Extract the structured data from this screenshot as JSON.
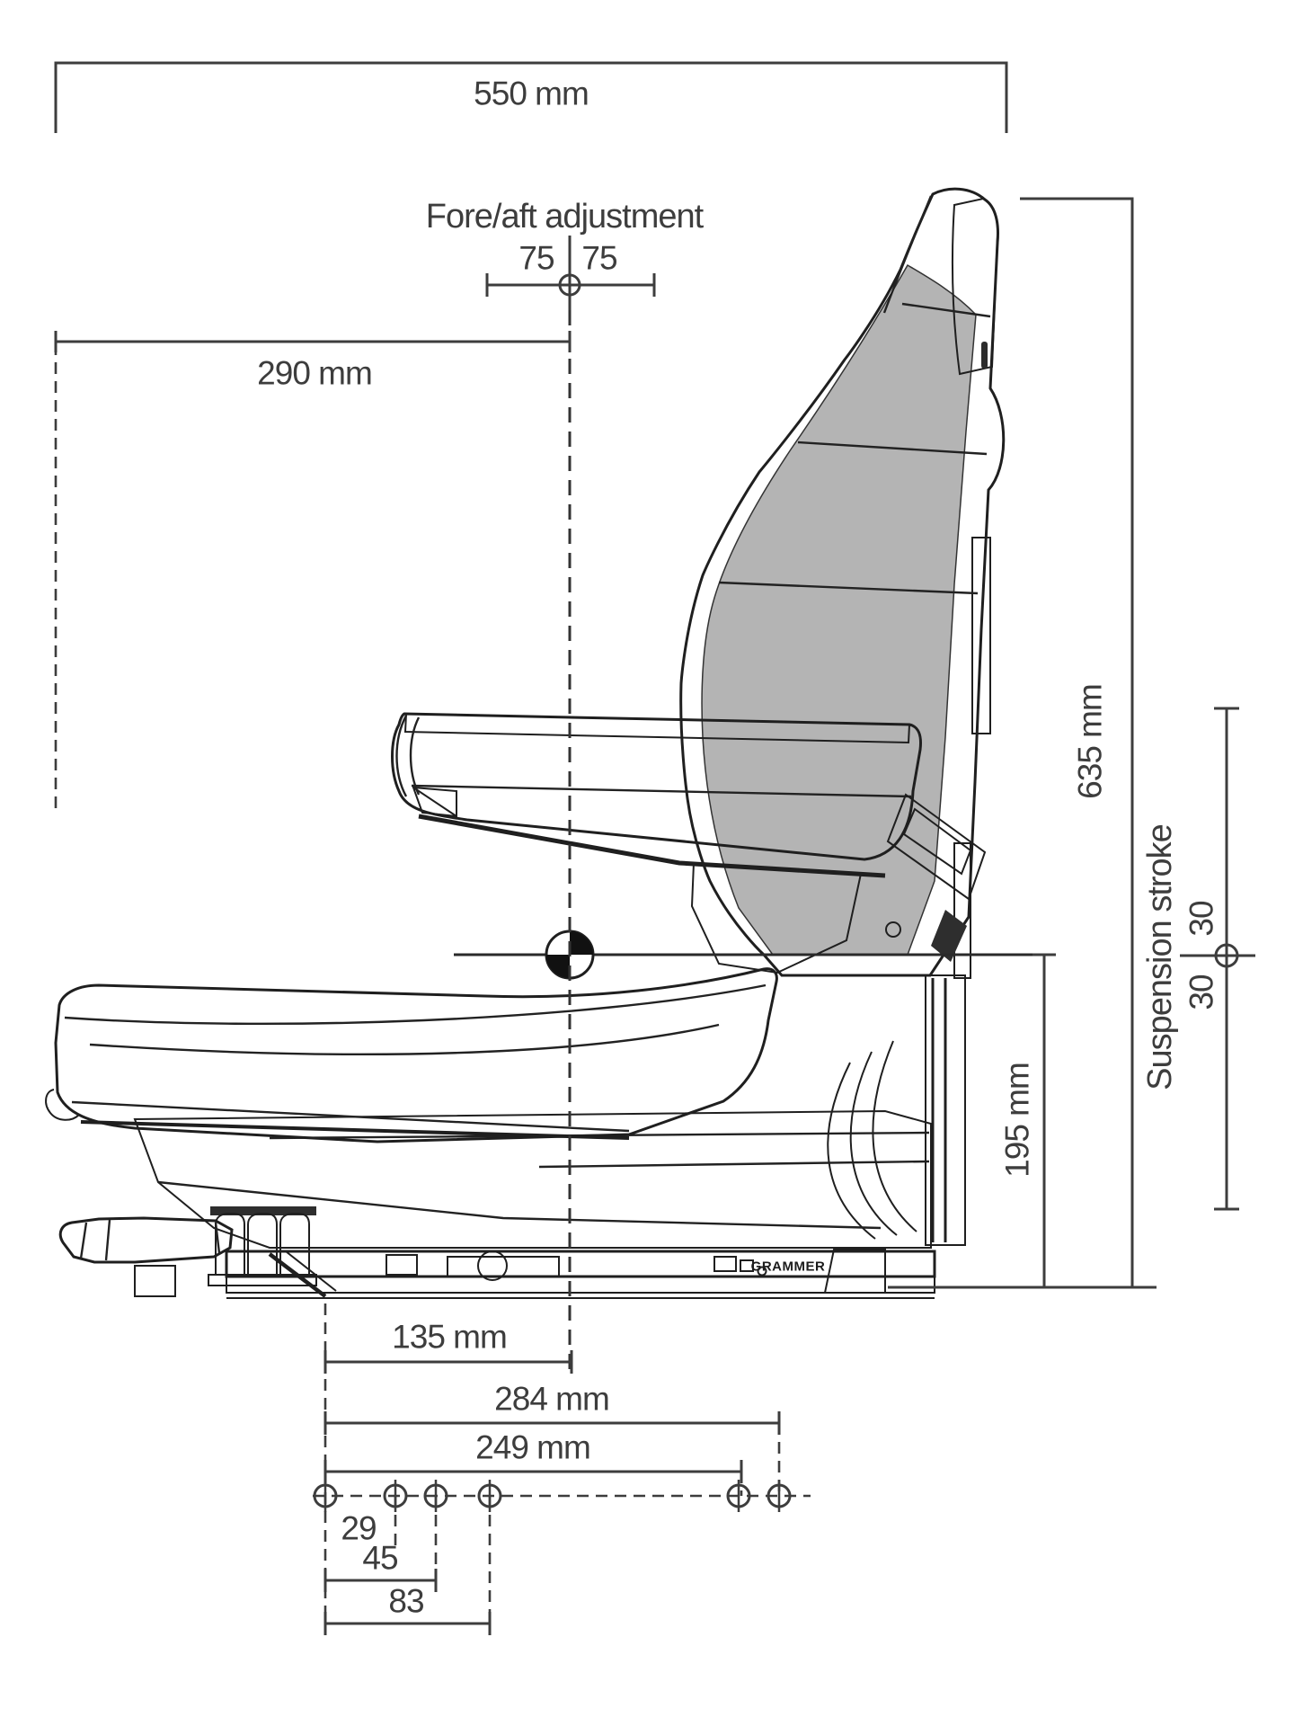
{
  "figure": {
    "kind": "seat-dimension-diagram-side-view",
    "brand_label": "GRAMMER",
    "labels": {
      "overall_width": "550 mm",
      "fore_aft_title": "Fore/aft adjustment",
      "fore_aft_left": "75",
      "fore_aft_right": "75",
      "front_to_center": "290 mm",
      "overall_height": "635 mm",
      "suspension_title": "Suspension stroke",
      "suspension_up": "30",
      "suspension_down": "30",
      "base_height": "195 mm",
      "center_to_front_mount": "135 mm",
      "mount_span_overall": "284 mm",
      "mount_span_inner": "249 mm",
      "hole_offset_1": "29",
      "hole_offset_2": "45",
      "hole_offset_3": "83"
    },
    "colors": {
      "background": "#ffffff",
      "outline": "#1f1f1f",
      "dimension_lines": "#3d3d3d",
      "panel_light": "#d7d7d7",
      "panel_mid": "#b4b4b4",
      "panel_shaded": "#c9c9c9",
      "panel_dark": "#2c2c2c"
    }
  }
}
